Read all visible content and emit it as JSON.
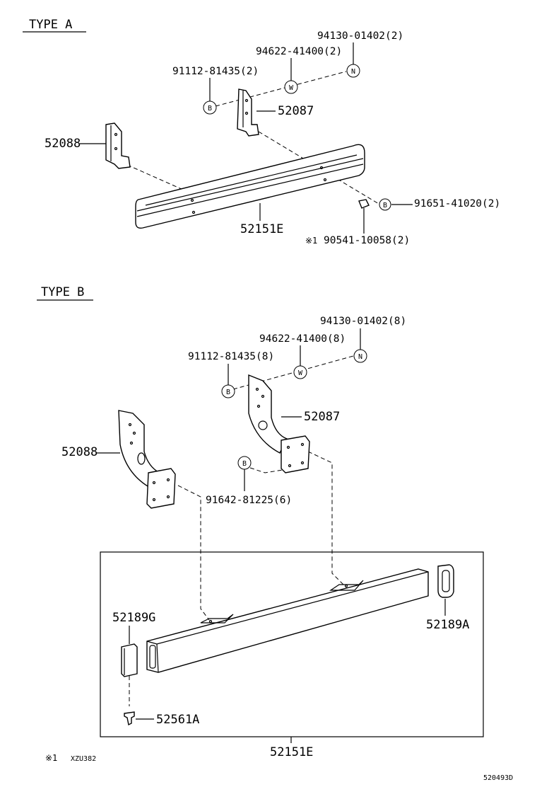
{
  "type_a": {
    "heading": "TYPE  A",
    "labels": {
      "p94130": "94130-01402(2)",
      "p94622": "94622-41400(2)",
      "p91112": "91112-81435(2)",
      "p52087": "52087",
      "p52088": "52088",
      "p91651": "91651-41020(2)",
      "p52151e": "52151E",
      "p90541": "90541-10058(2)",
      "p90541_mark": "※1"
    }
  },
  "type_b": {
    "heading": "TYPE  B",
    "labels": {
      "p94130": "94130-01402(8)",
      "p94622": "94622-41400(8)",
      "p91112": "91112-81435(8)",
      "p52087": "52087",
      "p52088": "52088",
      "p91642": "91642-81225(6)",
      "p52189g": "52189G",
      "p52189a": "52189A",
      "p52561a": "52561A",
      "p52151e": "52151E"
    }
  },
  "symbols": {
    "n": "N",
    "w": "W",
    "b": "B"
  },
  "footnote": {
    "mark": "※1",
    "text": "XZU382"
  },
  "drawing_number": "520493D"
}
